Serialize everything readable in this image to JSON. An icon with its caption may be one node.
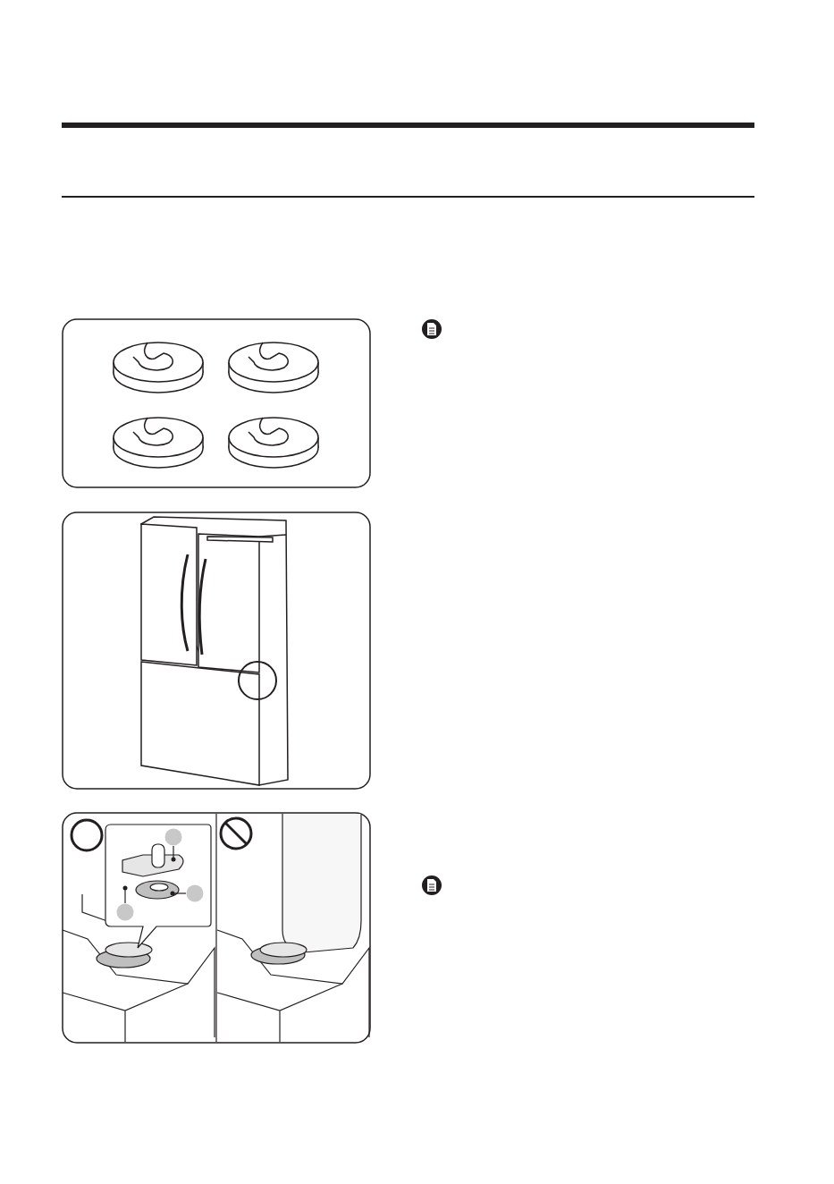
{
  "diagram": {
    "nodes": [
      {
        "text": [],
        "shape": "circle"
      },
      {
        "text": [],
        "shape": "circle"
      },
      {
        "text": [],
        "shape": "circle"
      }
    ],
    "edges": [
      {
        "from": 0,
        "to": null,
        "arrow": "other"
      },
      {
        "from": 1,
        "to": null,
        "arrow": "other"
      },
      {
        "from": 2,
        "to": null,
        "arrow": "other"
      }
    ]
  }
}
